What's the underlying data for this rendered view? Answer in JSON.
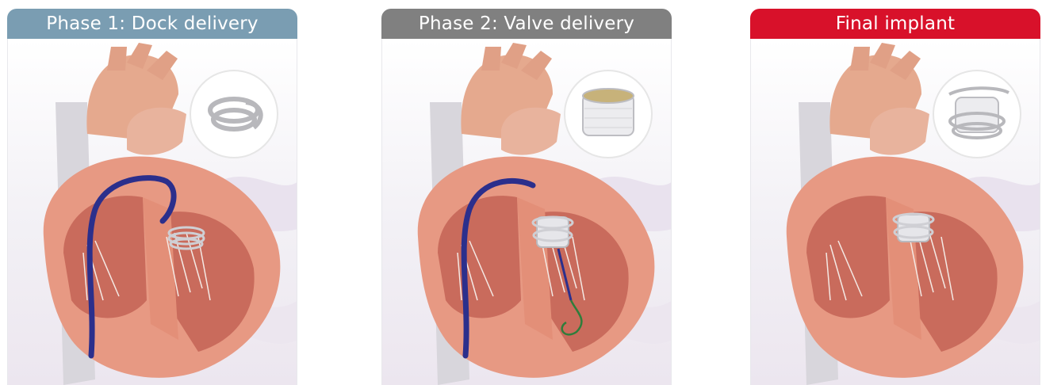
{
  "panels": [
    {
      "title": "Phase 1: Dock delivery",
      "header_color": "#7a9db2",
      "inset": "dock"
    },
    {
      "title": "Phase 2: Valve delivery",
      "header_color": "#808080",
      "inset": "valve"
    },
    {
      "title": "Final implant",
      "header_color": "#d8112a",
      "inset": "implant"
    }
  ],
  "colors": {
    "myocardium": "#e79983",
    "chamber": "#c96b5c",
    "catheter": "#2b2f8c",
    "guidewire": "#2f7d3b"
  }
}
